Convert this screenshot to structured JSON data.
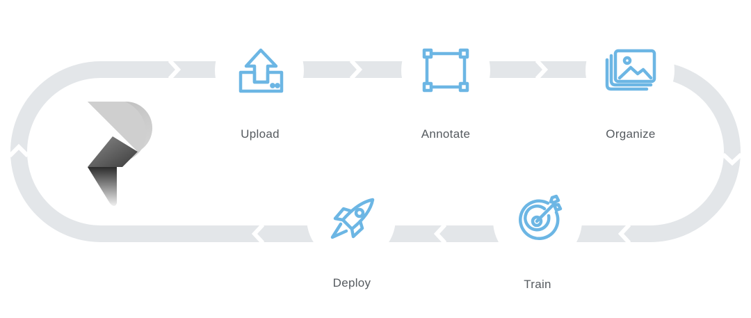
{
  "colors": {
    "track": "#e3e6e9",
    "icon": "#6cb6e4",
    "circle": "#ffffff",
    "label": "#555a5f",
    "logo_light": "#c9c9c9",
    "logo_dark": "#3a3a3a"
  },
  "logo": {
    "icon": "p-logo-icon"
  },
  "steps": [
    {
      "id": "upload",
      "label": "Upload",
      "icon": "upload-icon"
    },
    {
      "id": "annotate",
      "label": "Annotate",
      "icon": "bounding-box-icon"
    },
    {
      "id": "organize",
      "label": "Organize",
      "icon": "image-gallery-icon"
    },
    {
      "id": "train",
      "label": "Train",
      "icon": "target-icon"
    },
    {
      "id": "deploy",
      "label": "Deploy",
      "icon": "rocket-icon"
    }
  ]
}
